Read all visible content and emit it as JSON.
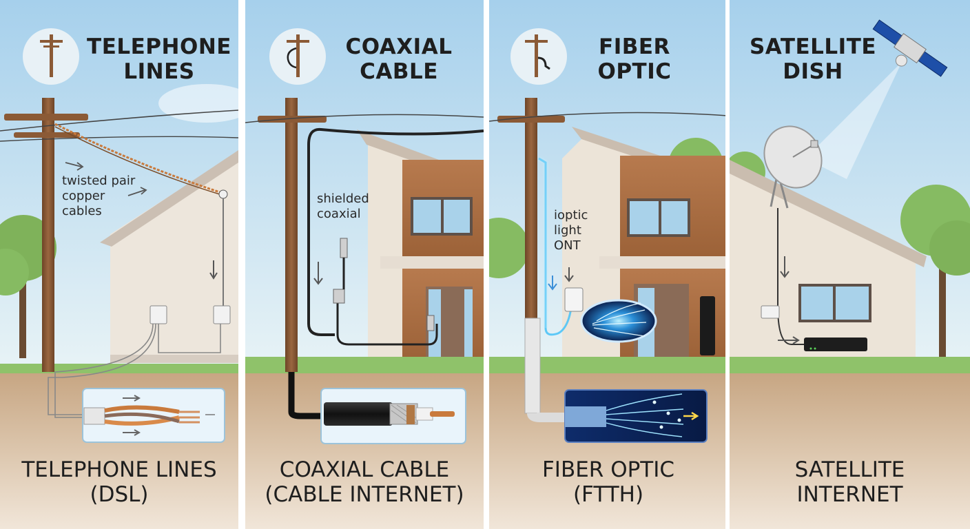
{
  "panels": [
    {
      "top_title_line1": "TELEPHONE",
      "top_title_line2": "LINES",
      "label_lines": [
        "twisted pair",
        "copper",
        "cables"
      ],
      "bottom_line1": "TELEPHONE LINES",
      "bottom_line2": "(DSL)"
    },
    {
      "top_title_line1": "COAXIAL",
      "top_title_line2": "CABLE",
      "label_lines": [
        "shielded",
        "coaxial"
      ],
      "bottom_line1": "COAXIAL CABLE",
      "bottom_line2": "(CABLE INTERNET)"
    },
    {
      "top_title_line1": "FIBER",
      "top_title_line2": "OPTIC",
      "label_lines": [
        "ioptic",
        "light",
        "ONT"
      ],
      "bottom_line1": "FIBER OPTIC",
      "bottom_line2": "(FTTH)"
    },
    {
      "top_title_line1": "SATELLITE",
      "top_title_line2": "DISH",
      "label_lines": [],
      "bottom_line1": "SATELLITE",
      "bottom_line2": "INTERNET"
    }
  ],
  "colors": {
    "sky_top": "#a9d3ee",
    "sky_bottom": "#e6f2f6",
    "grass": "#8fc26a",
    "soil_top": "#c9ab88",
    "soil_bottom": "#efe3d5",
    "pole": "#8b5a36",
    "copper": "#c97a3c",
    "fiber_glow": "#4fc3f7"
  }
}
